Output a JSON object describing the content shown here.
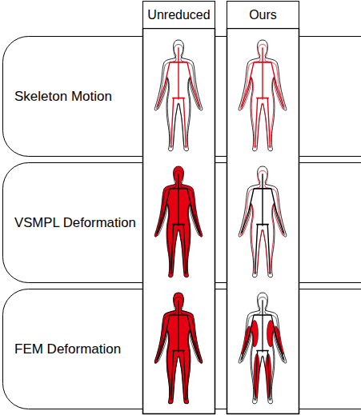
{
  "diagram": {
    "nodes": [
      {
        "text": [
          "Unreduced"
        ]
      },
      {
        "text": [
          "Ours"
        ]
      },
      {
        "text": [
          "Skeleton Motion"
        ]
      },
      {
        "text": [
          "VSMPL Deformation"
        ]
      },
      {
        "text": [
          "FEM Deformation"
        ]
      }
    ]
  }
}
